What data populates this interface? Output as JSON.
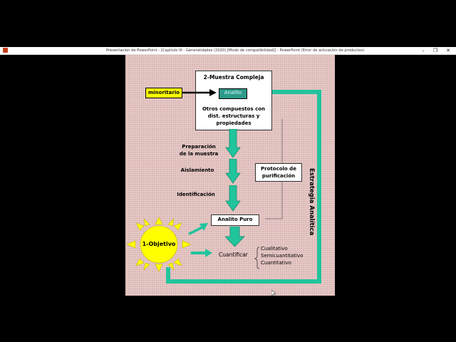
{
  "window": {
    "title": "Presentación de PowerPoint - [Capítulo III - Generalidades (2020) [Modo de compatibilidad]] - PowerPoint (Error de activación de productos)",
    "minimize_glyph": "–",
    "maximize_glyph": "❐",
    "close_glyph": "✕"
  },
  "slide": {
    "muestra_title": "2-Muestra Compleja",
    "analito": "Analito",
    "minoritario": "minoritario",
    "otros_compuestos": [
      "Otros compuestos con",
      "dist. estructuras y",
      "propiedades"
    ],
    "preparacion": [
      "Preparación",
      "de la muestra"
    ],
    "aislamiento": "Aislamiento",
    "identificacion": "Identificación",
    "protocolo": [
      "Protocolo de",
      "purificación"
    ],
    "analito_puro": "Analito Puro",
    "objetivo": "1-Objetivo",
    "cuantificar": "Cuantificar",
    "tipos": [
      "Cualitativo",
      "Semicuantitativo",
      "Cuantitativo"
    ],
    "estrategia": "Estrategia Analítica"
  },
  "colors": {
    "slide_background": "#e6c8c5",
    "arrow_green": "#21c49c",
    "minoritario_fill": "#ffff00",
    "analito_fill": "#2e9a8a",
    "sun_fill": "#ffff00"
  }
}
